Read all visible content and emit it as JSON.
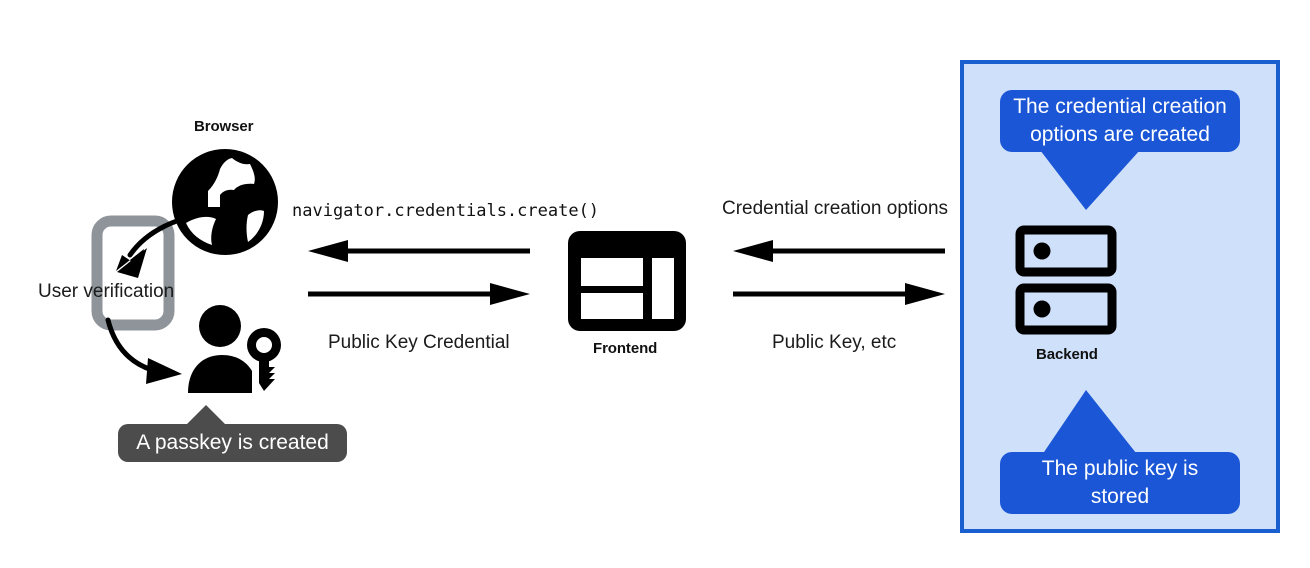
{
  "diagram": {
    "title": "WebAuthn passkey registration flow",
    "colors": {
      "panel_fill": "#cfe0fb",
      "panel_border": "#1a5fd0",
      "callout_blue": "#1a56d6",
      "tooltip_gray": "#4c4c4c",
      "phone_gray": "#8e9499",
      "ink": "#111111"
    },
    "nodes": [
      {
        "id": "browser",
        "label": "Browser",
        "icon": "globe-icon"
      },
      {
        "id": "phone",
        "label": "User verification",
        "icon": "mobile-phone-icon"
      },
      {
        "id": "user",
        "label": "",
        "icon": "user-with-key-icon"
      },
      {
        "id": "frontend",
        "label": "Frontend",
        "icon": "browser-window-layout-icon"
      },
      {
        "id": "backend",
        "label": "Backend",
        "icon": "server-rack-icon"
      }
    ],
    "arrows": [
      {
        "id": "nav-create",
        "label": "navigator.credentials.create()",
        "direction": "left",
        "style": "mono"
      },
      {
        "id": "public-key-credential",
        "label": "Public Key Credential",
        "direction": "right",
        "style": "plain"
      },
      {
        "id": "credential-creation-options",
        "label": "Credential creation options",
        "direction": "left",
        "style": "plain"
      },
      {
        "id": "public-key-etc",
        "label": "Public Key, etc",
        "direction": "right",
        "style": "plain"
      }
    ],
    "callouts": [
      {
        "id": "options-created",
        "text": "The credential creation options are created",
        "pointer": "down"
      },
      {
        "id": "public-key-stored",
        "text": "The public key is stored",
        "pointer": "up"
      }
    ],
    "tooltips": [
      {
        "id": "passkey-created",
        "text": "A passkey is created",
        "pointer": "up"
      }
    ],
    "curved_arrows": [
      {
        "id": "browser-to-phone",
        "from": "browser",
        "to": "phone"
      },
      {
        "id": "phone-to-user",
        "from": "phone",
        "to": "user"
      }
    ]
  }
}
